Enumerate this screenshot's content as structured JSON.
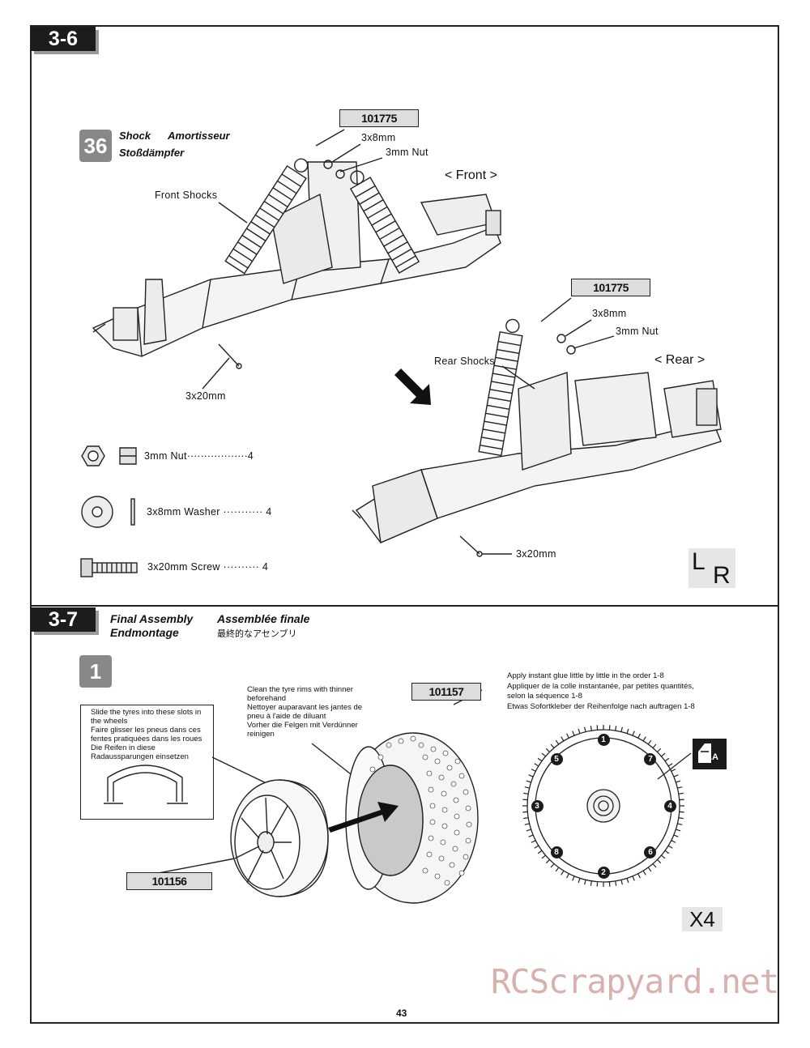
{
  "page": {
    "number": "43",
    "watermark": "RCScrapyard.net"
  },
  "section_36": {
    "tab": "3-6",
    "step": "36",
    "title_en": "Shock",
    "title_fr": "Amortisseur",
    "title_de": "Stoßdämpfer",
    "front": {
      "part_no": "101775",
      "washer": "3x8mm",
      "nut": "3mm  Nut",
      "direction": "< Front >",
      "shocks": "Front  Shocks",
      "screw": "3x20mm"
    },
    "rear": {
      "part_no": "101775",
      "washer": "3x8mm",
      "nut": "3mm  Nut",
      "direction": "< Rear >",
      "shocks": "Rear  Shocks",
      "screw": "3x20mm"
    },
    "parts_list": [
      {
        "name": "3mm  Nut",
        "qty": "4",
        "icon": "nut-icon"
      },
      {
        "name": "3x8mm Washer",
        "qty": "4",
        "icon": "washer-icon"
      },
      {
        "name": "3x20mm Screw",
        "qty": "4",
        "icon": "screw-icon"
      }
    ],
    "lr_mark": {
      "left": "L",
      "right": "R"
    }
  },
  "section_37": {
    "tab": "3-7",
    "title_en": "Final Assembly",
    "title_de": "Endmontage",
    "title_fr": "Assemblée finale",
    "title_jp": "最終的なアセンブリ",
    "step": "1",
    "slide_note": [
      "Slide the tyres into these slots in",
      "the wheels",
      "Faire glisser les pneus dans ces",
      "fentes pratiquées dans les roues",
      "Die Reifen in diese",
      "Radaussparungen einsetzen"
    ],
    "clean_note": [
      "Clean the tyre rims with thinner",
      "beforehand",
      "Nettoyer auparavant les jantes de",
      "pneu à l'aide de diluant",
      "Vorher die Felgen mit Verdünner",
      "reinigen"
    ],
    "glue_note": [
      "Apply instant glue little by little in the order 1-8",
      "Appliquer de la colle instantanée, par petites quantités,",
      "selon la séquence 1-8",
      "Etwas Sofortkleber der Reihenfolge nach auftragen 1-8"
    ],
    "wheel_part": "101156",
    "tyre_part": "101157",
    "glue_order": [
      "1",
      "2",
      "3",
      "4",
      "5",
      "6",
      "7",
      "8"
    ],
    "glue_label": "C.A",
    "quantity": "X4"
  }
}
